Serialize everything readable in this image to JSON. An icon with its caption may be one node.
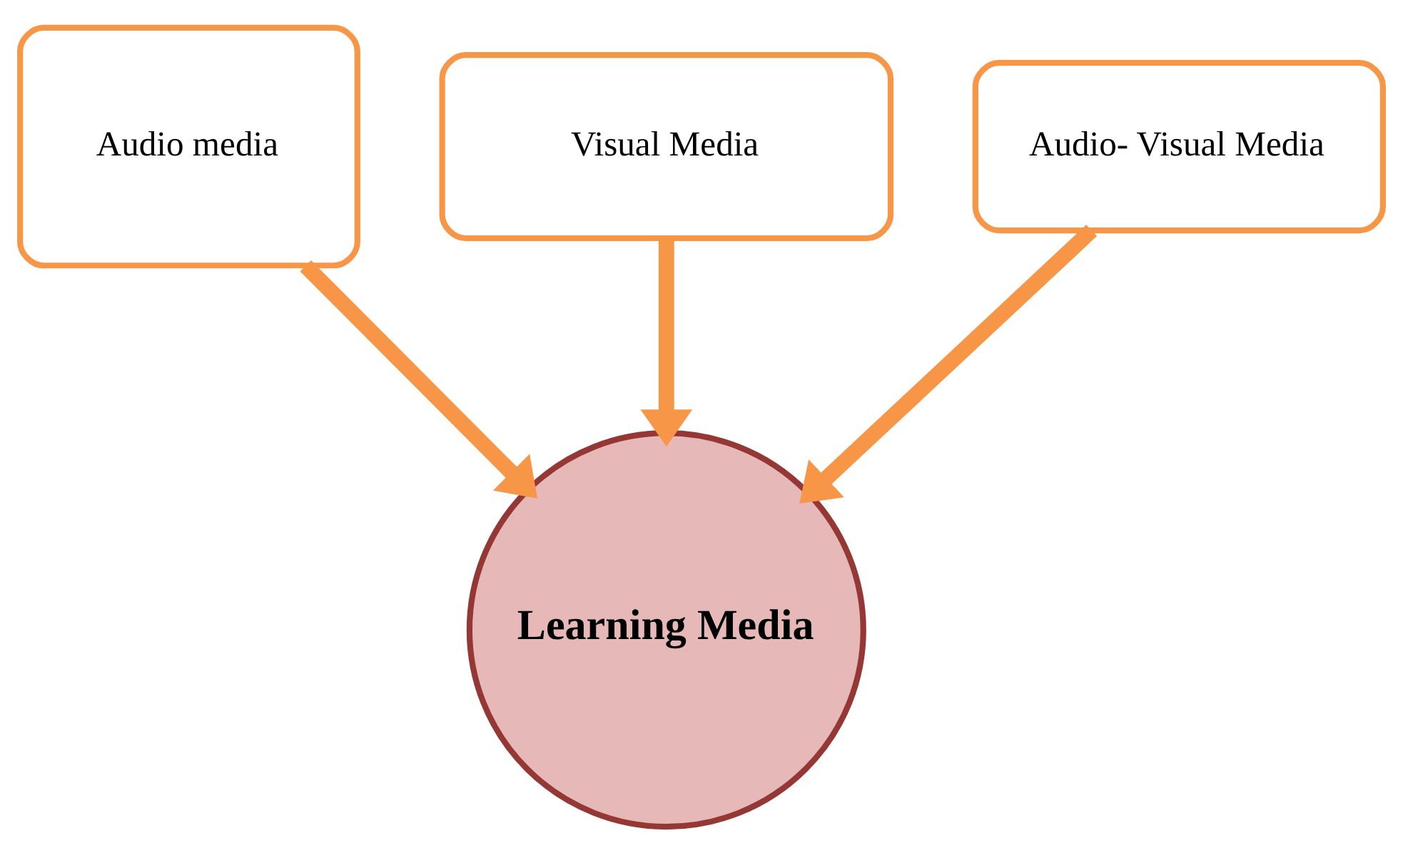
{
  "diagram": {
    "nodes": [
      {
        "text": [
          "Audio media"
        ]
      },
      {
        "text": [
          "Visual Media"
        ]
      },
      {
        "text": [
          "Audio- Visual Media"
        ]
      },
      {
        "text": [
          "Learning Media"
        ]
      }
    ],
    "edges": [
      {
        "from": 0,
        "to": 3,
        "arrow": "to"
      },
      {
        "from": 1,
        "to": 3,
        "arrow": "to"
      },
      {
        "from": 2,
        "to": 3,
        "arrow": "to"
      }
    ]
  }
}
